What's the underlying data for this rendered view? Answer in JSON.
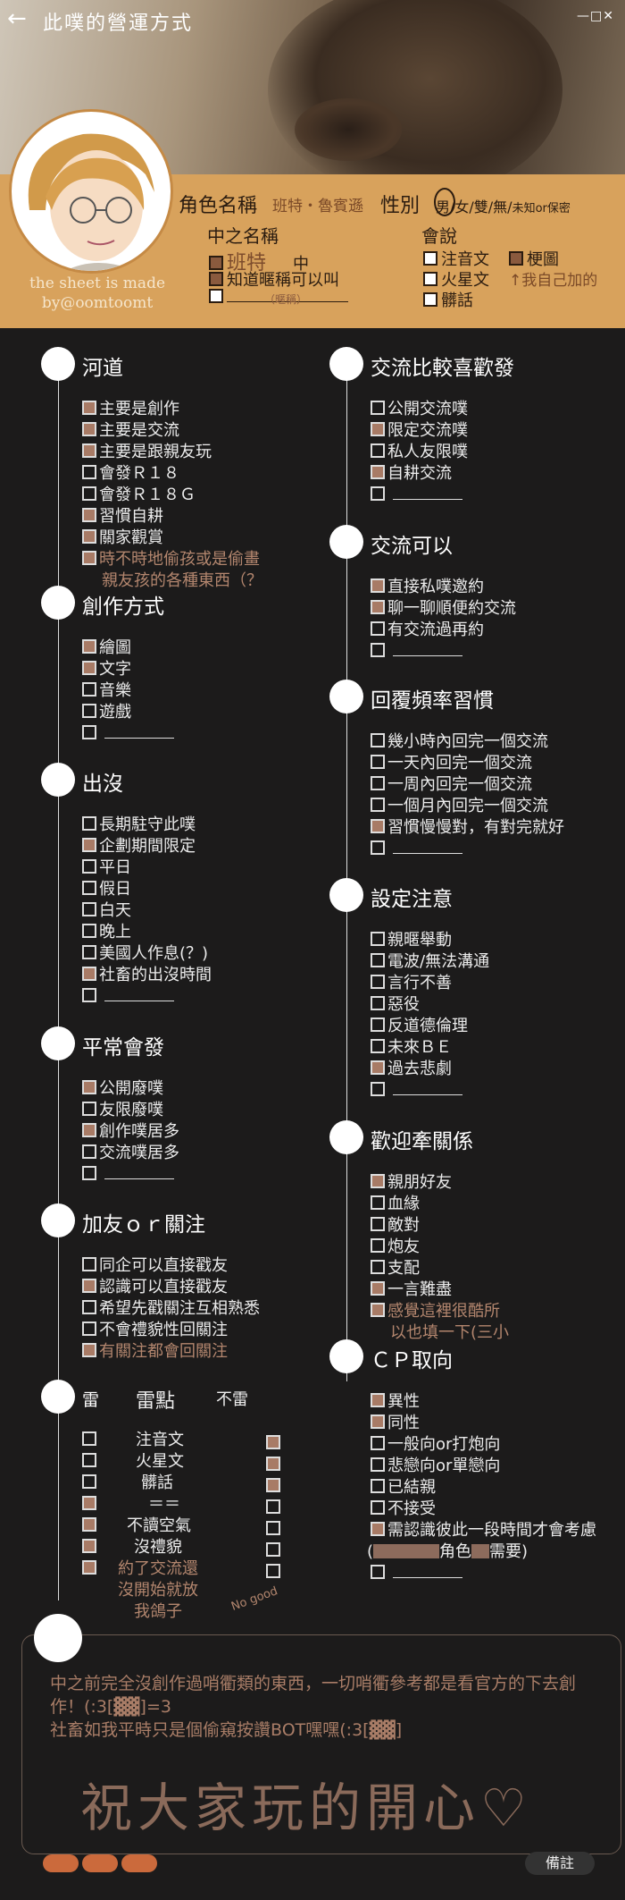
{
  "app": {
    "title": "此噗的營運方式",
    "window_controls": "—□✕"
  },
  "profile": {
    "credit": "the sheet is made by@oomtoomt",
    "role_label": "角色名稱",
    "role_name": "班特・魯賓遜",
    "sex_label": "性別",
    "sex_options": "男/女/雙/無/",
    "sex_small": "未知or保密",
    "zz_label": "中之名稱",
    "zz_items": [
      "班特",
      "中",
      "知道暱稱可以叫",
      "（暱稱）"
    ],
    "hs_label": "會說",
    "hs_items": [
      "注音文",
      "梗圖",
      "火星文",
      "↑我自己加的",
      "髒話"
    ]
  },
  "sections": {
    "river": {
      "title": "河道",
      "items": [
        "主要是創作",
        "主要是交流",
        "主要是跟親友玩",
        "會發Ｒ１８",
        "會發Ｒ１８Ｇ",
        "習慣自耕",
        "關家觀賞",
        "時不時地偷孩或是偷畫",
        "親友孩的各種東西（？"
      ]
    },
    "create": {
      "title": "創作方式",
      "items": [
        "繪圖",
        "文字",
        "音樂",
        "遊戲"
      ]
    },
    "appear": {
      "title": "出沒",
      "items": [
        "長期駐守此噗",
        "企劃期間限定",
        "平日",
        "假日",
        "白天",
        "晚上",
        "美國人作息(？)",
        "社畜的出沒時間"
      ]
    },
    "often": {
      "title": "平常會發",
      "items": [
        "公開廢噗",
        "友限廢噗",
        "創作噗居多",
        "交流噗居多"
      ]
    },
    "friend": {
      "title": "加友ｏｒ關注",
      "items": [
        "同企可以直接戳友",
        "認識可以直接戳友",
        "希望先戳關注互相熟悉",
        "不會禮貌性回關注",
        "有關注都會回關注"
      ]
    },
    "thunder": {
      "title": "雷",
      "col_mid": "雷點",
      "col_right": "不雷",
      "rows": [
        "注音文",
        "火星文",
        "髒話",
        "＝＝",
        "不讀空氣",
        "沒禮貌",
        "約了交流還",
        "沒開始就放",
        "我鴿子"
      ],
      "note": "No good"
    },
    "like": {
      "title": "交流比較喜歡發",
      "items": [
        "公開交流噗",
        "限定交流噗",
        "私人友限噗",
        "自耕交流"
      ]
    },
    "can": {
      "title": "交流可以",
      "items": [
        "直接私噗邀約",
        "聊一聊順便約交流",
        "有交流過再約"
      ]
    },
    "reply": {
      "title": "回覆頻率習慣",
      "items": [
        "幾小時內回完一個交流",
        "一天內回完一個交流",
        "一周內回完一個交流",
        "一個月內回完一個交流",
        "習慣慢慢對，有對完就好"
      ]
    },
    "setting": {
      "title": "設定注意",
      "items": [
        "親暱舉動",
        "電波/無法溝通",
        "言行不善",
        "惡役",
        "反道德倫理",
        "未來ＢＥ",
        "過去悲劇"
      ]
    },
    "welcome": {
      "title": "歡迎牽關係",
      "items": [
        "親朋好友",
        "血緣",
        "敵對",
        "炮友",
        "支配",
        "一言難盡",
        "感覺這裡很酷所",
        "以也填一下(三小"
      ]
    },
    "cp": {
      "title": "ＣＰ取向",
      "items": [
        "異性",
        "同性",
        "一般向or打炮向",
        "悲戀向or單戀向",
        "已結親",
        "不接受",
        "需認識彼此一段時間才會考慮",
        "(",
        "角色",
        "需要)"
      ]
    }
  },
  "notes": {
    "text1": "中之前完全沒創作過哨衢類的東西，一切哨衢參考都是看官方的下去創作！(:3[▓▓]=3",
    "text2": "社畜如我平時只是個偷窺按讚BOT嘿嘿(:3[▓▓]",
    "big": "祝大家玩的開心♡",
    "memo_button": "備註"
  },
  "colors": {
    "banner": "#d8a25c",
    "checked": "#a87b66",
    "accent_buttons": "#cb6a3c"
  }
}
